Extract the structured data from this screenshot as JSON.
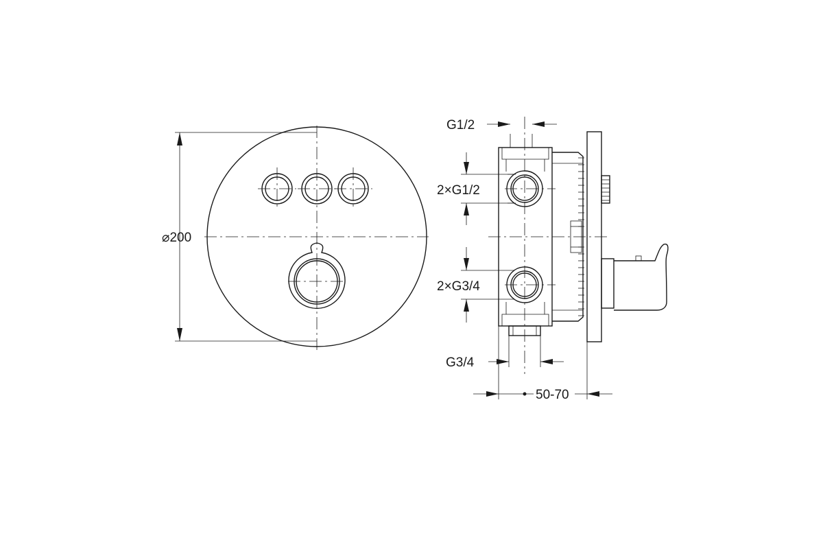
{
  "labels": {
    "diameter": "⌀200",
    "inlet_top": "G1/2",
    "inlet_upper_pair": "2×G1/2",
    "inlet_lower_pair": "2×G3/4",
    "outlet_bottom": "G3/4",
    "depth_range": "50-70"
  }
}
